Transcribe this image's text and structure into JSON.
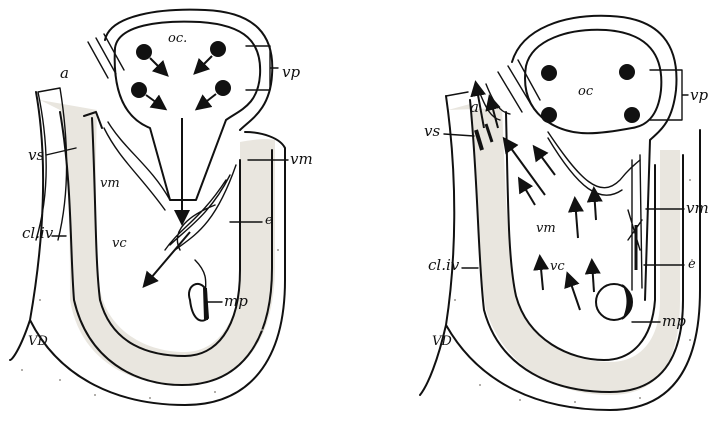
{
  "left_diagram": {
    "labels": {
      "oc": "oc.",
      "vp": "vp",
      "a": "a",
      "vs": "vs",
      "vm_outer": "vm",
      "vm_inner": "vm",
      "cliv": "cl.iv",
      "vc": "vc",
      "e": "e",
      "mp": "mp",
      "vd": "VD"
    }
  },
  "right_diagram": {
    "labels": {
      "oc": "oc",
      "vp": "vp",
      "a": "a",
      "vs": "vs",
      "vm_outer": "vm",
      "vm_inner": "vm",
      "cliv": "cl.iv",
      "vc": "vc",
      "e": "e",
      "mp": "mp",
      "vd": "VD"
    }
  }
}
